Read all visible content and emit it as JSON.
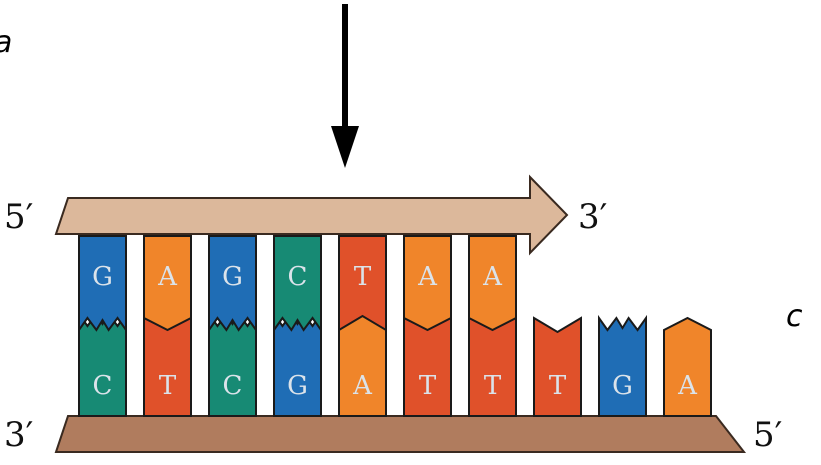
{
  "panel_labels": {
    "left": "a",
    "right": "c"
  },
  "top_strand": {
    "left_end": "5′",
    "right_end": "3′",
    "bases": [
      "G",
      "A",
      "G",
      "C",
      "T",
      "A",
      "A"
    ]
  },
  "bottom_strand": {
    "left_end": "3′",
    "right_end": "5′",
    "bases": [
      "C",
      "T",
      "C",
      "G",
      "A",
      "T",
      "T",
      "T",
      "G",
      "A"
    ]
  },
  "colors": {
    "G": "#1f6db5",
    "A": "#f0852a",
    "C": "#178a74",
    "T": "#e0512a",
    "backbone_top": "#dcb89b",
    "backbone_bottom": "#b07c5e",
    "arrow": "#000000"
  },
  "icons": {
    "arrow": "down-arrow-icon"
  }
}
